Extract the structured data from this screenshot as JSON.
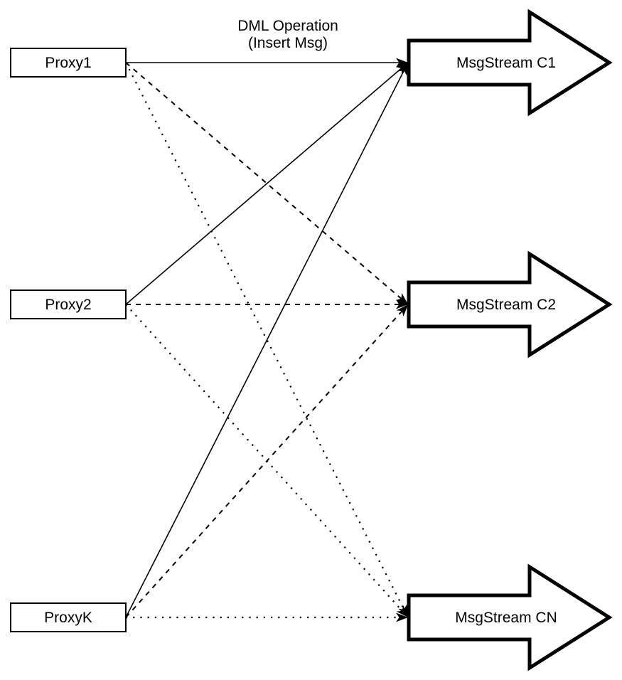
{
  "diagram": {
    "edge_label": {
      "line1": "DML Operation",
      "line2": "(Insert Msg)"
    },
    "proxies": [
      {
        "id": "proxy1",
        "label": "Proxy1"
      },
      {
        "id": "proxy2",
        "label": "Proxy2"
      },
      {
        "id": "proxyk",
        "label": "ProxyK"
      }
    ],
    "streams": [
      {
        "id": "c1",
        "label": "MsgStream C1"
      },
      {
        "id": "c2",
        "label": "MsgStream C2"
      },
      {
        "id": "cn",
        "label": "MsgStream CN"
      }
    ],
    "connections": [
      {
        "from": "proxy1",
        "to": "c1",
        "style": "solid"
      },
      {
        "from": "proxy2",
        "to": "c1",
        "style": "solid"
      },
      {
        "from": "proxyk",
        "to": "c1",
        "style": "solid"
      },
      {
        "from": "proxy1",
        "to": "c2",
        "style": "dashed"
      },
      {
        "from": "proxy2",
        "to": "c2",
        "style": "dashed"
      },
      {
        "from": "proxyk",
        "to": "c2",
        "style": "dashed"
      },
      {
        "from": "proxy1",
        "to": "cn",
        "style": "dotted"
      },
      {
        "from": "proxy2",
        "to": "cn",
        "style": "dotted"
      },
      {
        "from": "proxyk",
        "to": "cn",
        "style": "dotted"
      }
    ],
    "colors": {
      "stroke": "#000000",
      "fill": "#ffffff"
    }
  }
}
